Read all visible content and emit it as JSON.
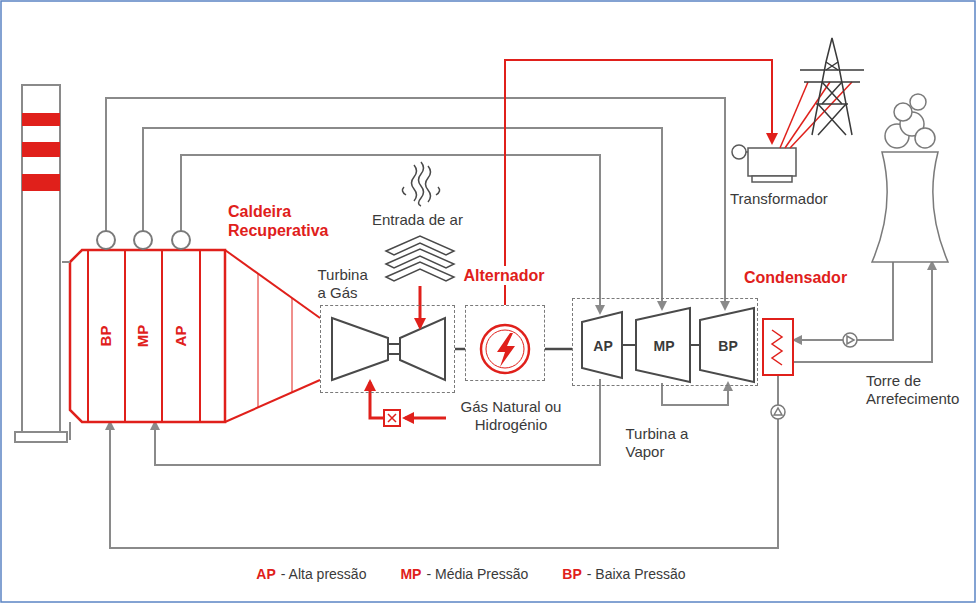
{
  "diagram": {
    "nodes": [
      {
        "text": [
          "Caldeira Recuperativa"
        ]
      },
      {
        "text": [
          "BP"
        ],
        "in": 0
      },
      {
        "text": [
          "MP"
        ],
        "in": 0
      },
      {
        "text": [
          "AP"
        ],
        "in": 0
      },
      {
        "text": [
          "Turbina a Gás"
        ]
      },
      {
        "text": [
          "Alternador"
        ]
      },
      {
        "text": [
          "Turbina a Vapor"
        ]
      },
      {
        "text": [
          "AP"
        ],
        "in": 6
      },
      {
        "text": [
          "MP"
        ],
        "in": 6
      },
      {
        "text": [
          "BP"
        ],
        "in": 6
      },
      {
        "text": [
          "Condensador"
        ]
      },
      {
        "text": [
          "Transformador"
        ]
      },
      {
        "text": [
          "Torre de Arrefecimento"
        ]
      }
    ],
    "edges": [
      {
        "from": 1,
        "to": 9,
        "arrow": "to"
      },
      {
        "from": 2,
        "to": 8,
        "arrow": "to"
      },
      {
        "from": 3,
        "to": 7,
        "arrow": "to"
      },
      {
        "from": 7,
        "to": 0,
        "arrow": "to"
      },
      {
        "from": 10,
        "to": 0,
        "arrow": "to"
      },
      {
        "from": 8,
        "to": 9,
        "arrow": "to"
      },
      {
        "from": 5,
        "to": 11,
        "arrow": "to"
      },
      {
        "from": 4,
        "to": 5,
        "arrow": "none"
      },
      {
        "from": 5,
        "to": 6,
        "arrow": "none"
      },
      {
        "from": 12,
        "to": 10,
        "arrow": "to"
      },
      {
        "from": 10,
        "to": 12,
        "arrow": "to"
      }
    ],
    "labels": [
      "Entrada de ar",
      "Gás Natural ou Hidrogénio",
      "AP",
      "- Alta pressão",
      "MP",
      "- Média Pressão",
      "BP",
      "- Baixa Pressão"
    ]
  }
}
